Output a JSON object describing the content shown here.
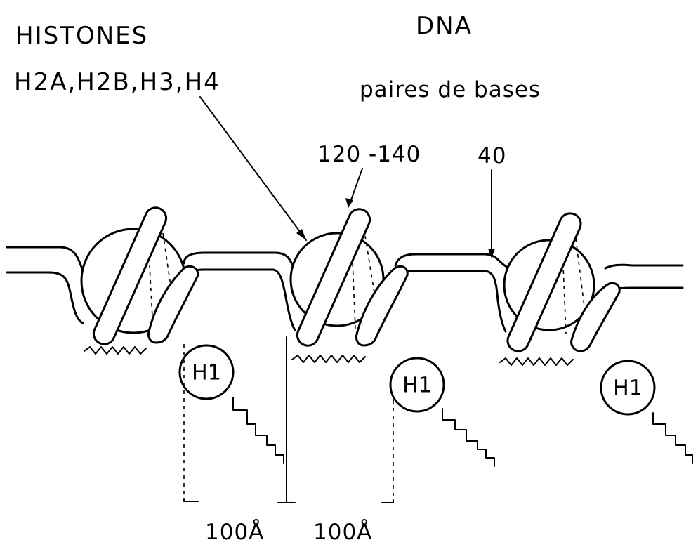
{
  "labels": {
    "histones": "HISTONES",
    "histone_types": "H2A,H2B,H3,H4",
    "dna": "DNA",
    "base_pairs": "paires de bases",
    "core_bp": "120 -140",
    "linker_bp": "40",
    "h1": "H1",
    "spacing_1": "100Å",
    "spacing_2": "100Å"
  }
}
